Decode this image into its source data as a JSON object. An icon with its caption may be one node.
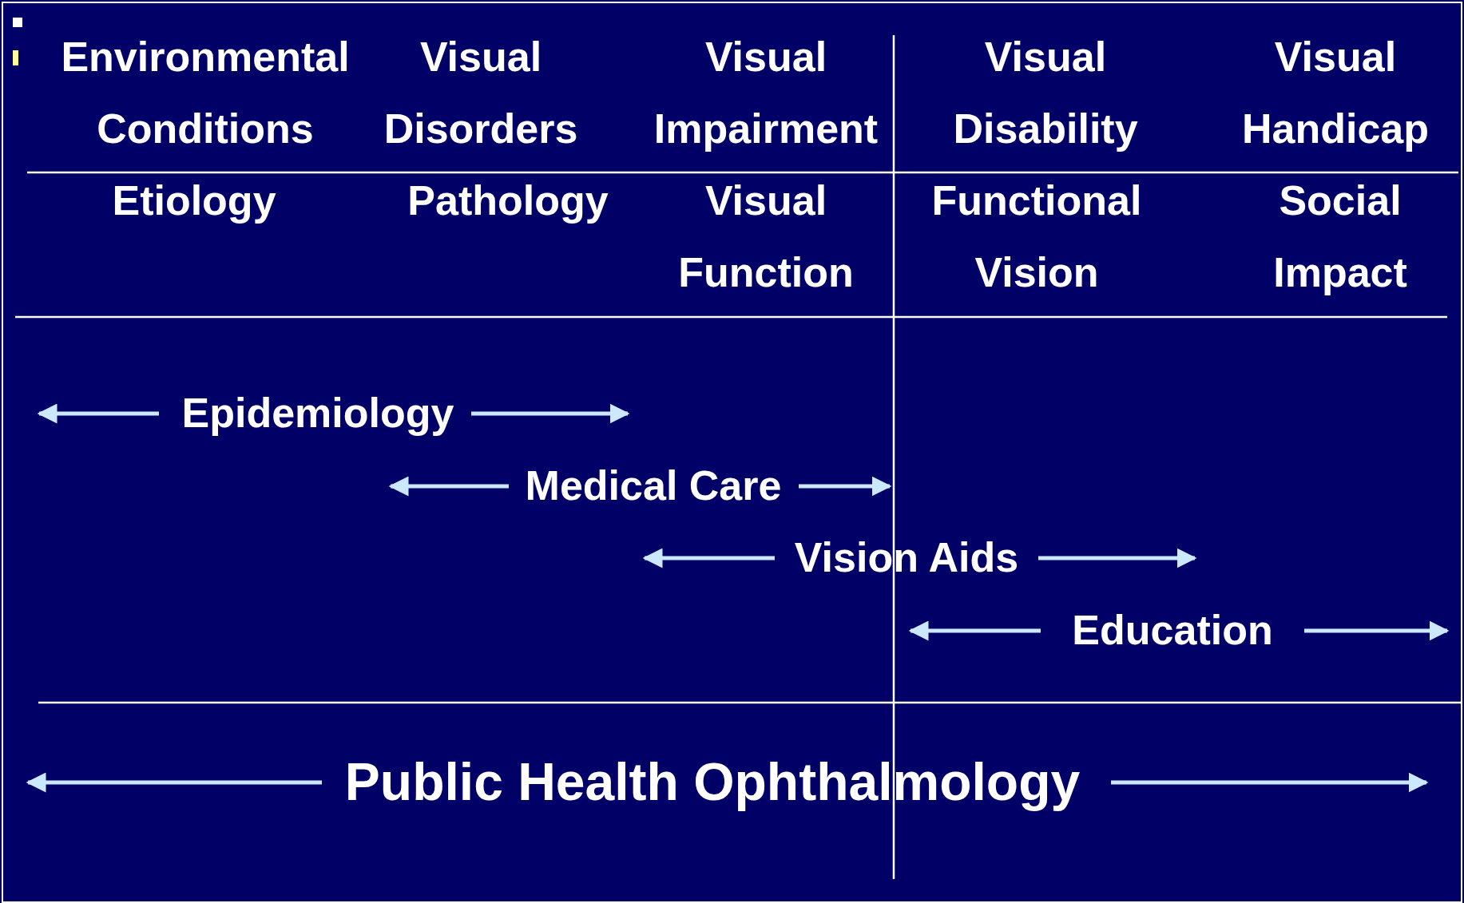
{
  "diagram": {
    "labels": [
      "Environmental Conditions",
      "Visual Disorders",
      "Visual Impairment",
      "Visual Disability",
      "Visual Handicap",
      "Etiology",
      "Pathology",
      "Visual Function",
      "Functional Vision",
      "Social Impact",
      "Epidemiology",
      "Medical Care",
      "Vision Aids",
      "Education",
      "Public Health Ophthalmology"
    ]
  }
}
